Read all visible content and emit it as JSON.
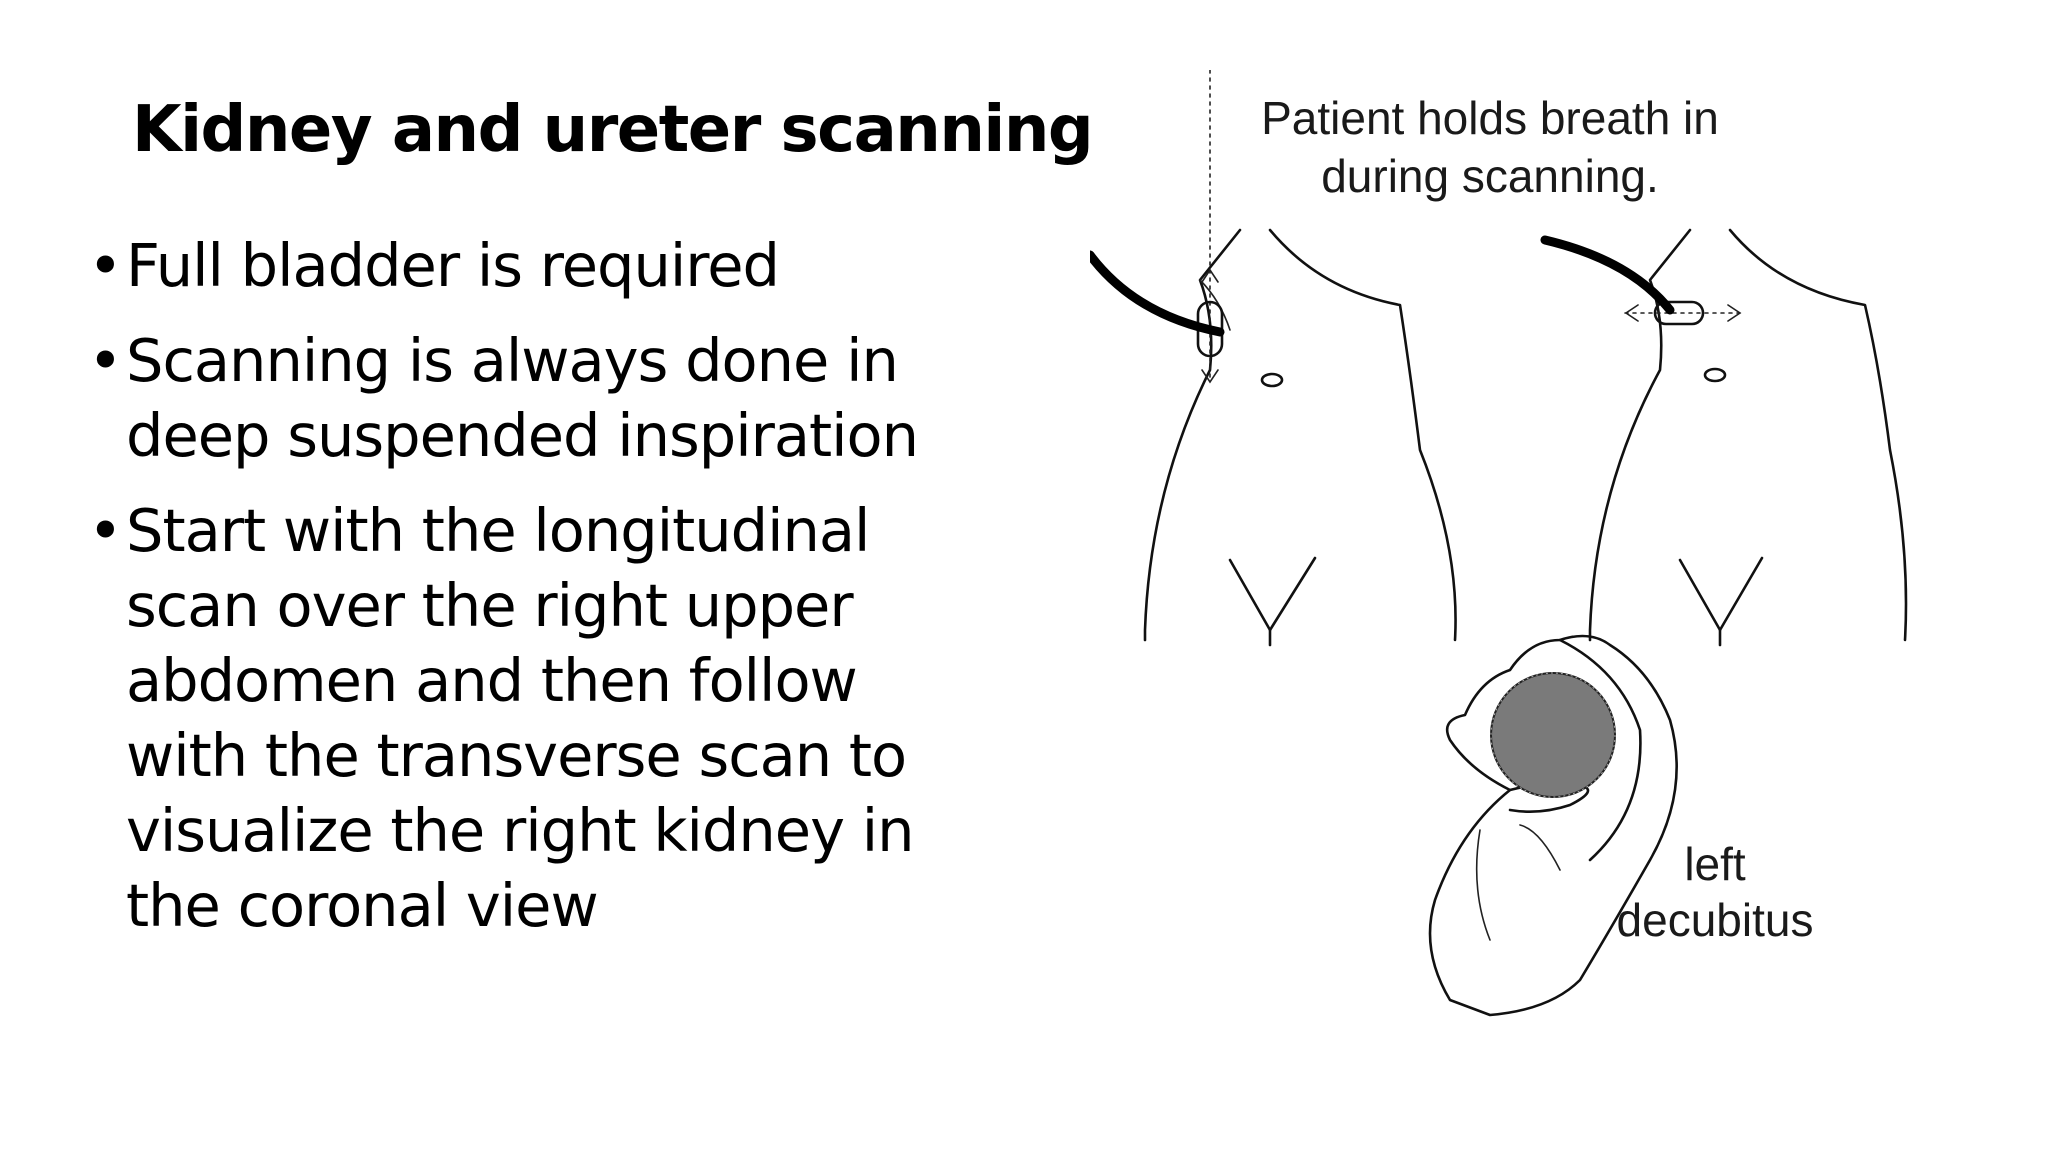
{
  "slide": {
    "title": "Kidney and ureter scanning",
    "bullets": [
      "Full bladder is required",
      "Scanning is always done in deep suspended inspiration",
      "Start with the longitudinal scan over the right upper abdomen and then follow with the transverse scan to visualize the right kidney in the coronal view"
    ]
  },
  "illustration": {
    "caption_line1": "Patient holds breath in",
    "caption_line2": "during scanning.",
    "position_line1": "left",
    "position_line2": "decubitus"
  }
}
